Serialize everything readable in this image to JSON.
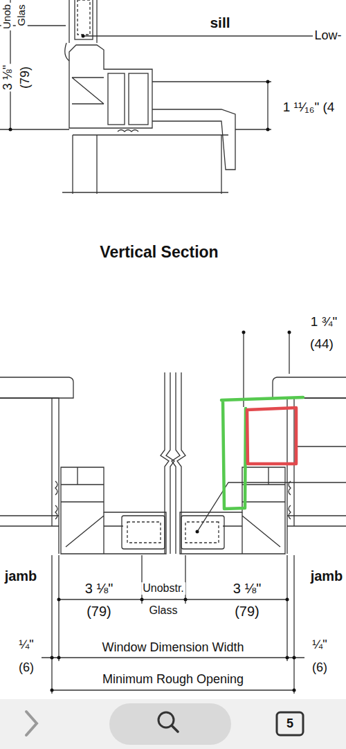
{
  "diagram": {
    "labels": [
      "Unob",
      "Glas",
      "sill",
      "Low-",
      "3 ⅛\"",
      "(79)",
      "1 ¹¹⁄₁₆\" (4",
      "Vertical Section",
      "1 ¾\"",
      "(44)",
      "jamb",
      "3 ⅛\"",
      "Unobstr.",
      "3 ⅛\"",
      "jamb",
      "(79)",
      "Glass",
      "(79)",
      "¼\"",
      "Window Dimension Width",
      "¼\"",
      "(6)",
      "Minimum Rough Opening",
      "(6)",
      "5"
    ]
  }
}
